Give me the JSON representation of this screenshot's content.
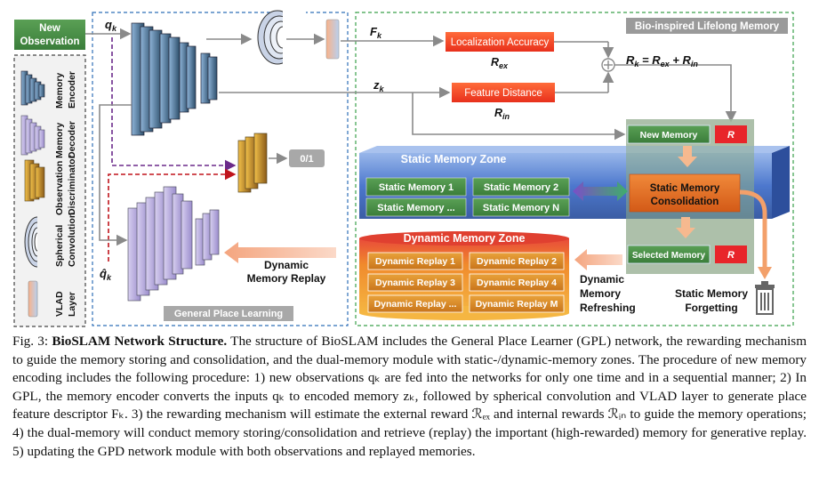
{
  "figure": {
    "new_observation": [
      "New",
      "Observation"
    ],
    "qk": "q",
    "qk_sub": "k",
    "qhat": "q̂",
    "qhat_sub": "k",
    "legend": {
      "memory_encoder": [
        "Memory",
        "Encoder"
      ],
      "memory_decoder": [
        "Memory",
        "Decoder"
      ],
      "obs_discriminator": [
        "Observation",
        "Discriminator"
      ],
      "spherical_convolution": [
        "Spherical",
        "Convolution"
      ],
      "vlad_layer": [
        "VLAD",
        "Layer"
      ]
    },
    "gpl_label": "General Place Learning",
    "bio_label": "Bio-inspired Lifelong Memory",
    "zero_one": "0/1",
    "fk": "F",
    "fk_sub": "k",
    "zk": "z",
    "zk_sub": "k",
    "localization_accuracy": "Localization Accuracy",
    "rex": "R",
    "rex_sub": "ex",
    "feature_distance": "Feature Distance",
    "rin": "R",
    "rin_sub": "in",
    "reward_eq": "R",
    "reward_eq_rest": " = R",
    "reward_eq_rest2": " + R",
    "new_memory": "New Memory",
    "r": "R",
    "static_zone": "Static Memory Zone",
    "static_memories": [
      "Static Memory 1",
      "Static Memory 2",
      "Static Memory ...",
      "Static Memory N"
    ],
    "consolidation": [
      "Static Memory",
      "Consolidation"
    ],
    "selected_memory": "Selected Memory",
    "dynamic_zone": "Dynamic Memory Zone",
    "dynamic_replays": [
      "Dynamic Replay 1",
      "Dynamic Replay 2",
      "Dynamic Replay 3",
      "Dynamic Replay 4",
      "Dynamic Replay ...",
      "Dynamic Replay M"
    ],
    "dynamic_memory_replay": [
      "Dynamic",
      "Memory Replay"
    ],
    "dynamic_memory_refreshing": [
      "Dynamic",
      "Memory",
      "Refreshing"
    ],
    "static_memory_forgetting": [
      "Static Memory",
      "Forgetting"
    ]
  },
  "caption": {
    "lead": "Fig. 3: ",
    "title": "BioSLAM Network Structure.",
    "body": " The structure of BioSLAM includes the General Place Learner (GPL) network, the rewarding mechanism to guide the memory storing and consolidation, and the dual-memory module with static-/dynamic-memory zones. The procedure of new memory encoding includes the following procedure: 1) new observations qₖ are fed into the networks for only one time and in a sequential manner; 2) In GPL, the memory encoder converts the inputs qₖ to encoded memory zₖ, followed by spherical convolution and VLAD layer to generate place feature descriptor Fₖ. 3) the rewarding mechanism will estimate the external reward ℛₑₓ and internal rewards ℛᵢₙ to guide the memory operations; 4) the dual-memory will conduct memory storing/consolidation and retrieve (replay) the important (high-rewarded) memory for generative replay. 5) updating the GPD network module with both observations and replayed memories."
  }
}
